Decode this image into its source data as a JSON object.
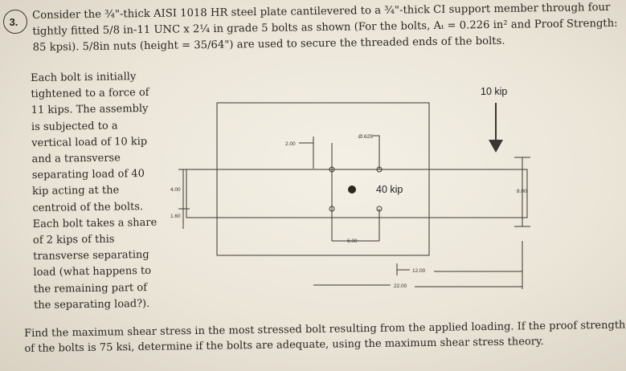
{
  "question_number": "3.",
  "intro_lines": [
    "Consider the ¾\"-thick AISI 1018 HR steel plate cantilevered to a ¾\"-thick CI support member through four",
    "tightly fitted 5/8 in-11 UNC x 2¼ in grade 5 bolts as shown (For the bolts, Aₜ = 0.226 in² and Proof Strength:",
    "85 kpsi). 5/8in nuts (height = 35/64\") are used to secure the threaded ends of the bolts."
  ],
  "left_lines": [
    "Each bolt is initially",
    "tightened to a force of",
    "11 kips. The assembly",
    "is subjected to a",
    "vertical load of 10 kip",
    "and a transverse",
    "separating load of 40",
    "kip acting at the",
    "centroid of the bolts.",
    "Each bolt takes a share",
    "of 2 kips of this",
    "transverse separating",
    "load (what happens to",
    "the remaining part of",
    "the separating load?)."
  ],
  "find_lines": [
    "Find the maximum shear stress in the most stressed bolt resulting from the applied loading. If the proof strength",
    "of the bolts is 75 ksi, determine if the bolts are adequate, using the maximum shear stress theory."
  ],
  "diagram": {
    "load_vertical": "10 kip",
    "load_separating": "40 kip",
    "dim_hole": "Ø.625",
    "dim_2": "2.00",
    "dim_4": "4.00",
    "dim_1_6": "1.60",
    "dim_6": "6.00",
    "dim_8": "8.00",
    "dim_12": "12.00",
    "dim_22": "22.00"
  }
}
